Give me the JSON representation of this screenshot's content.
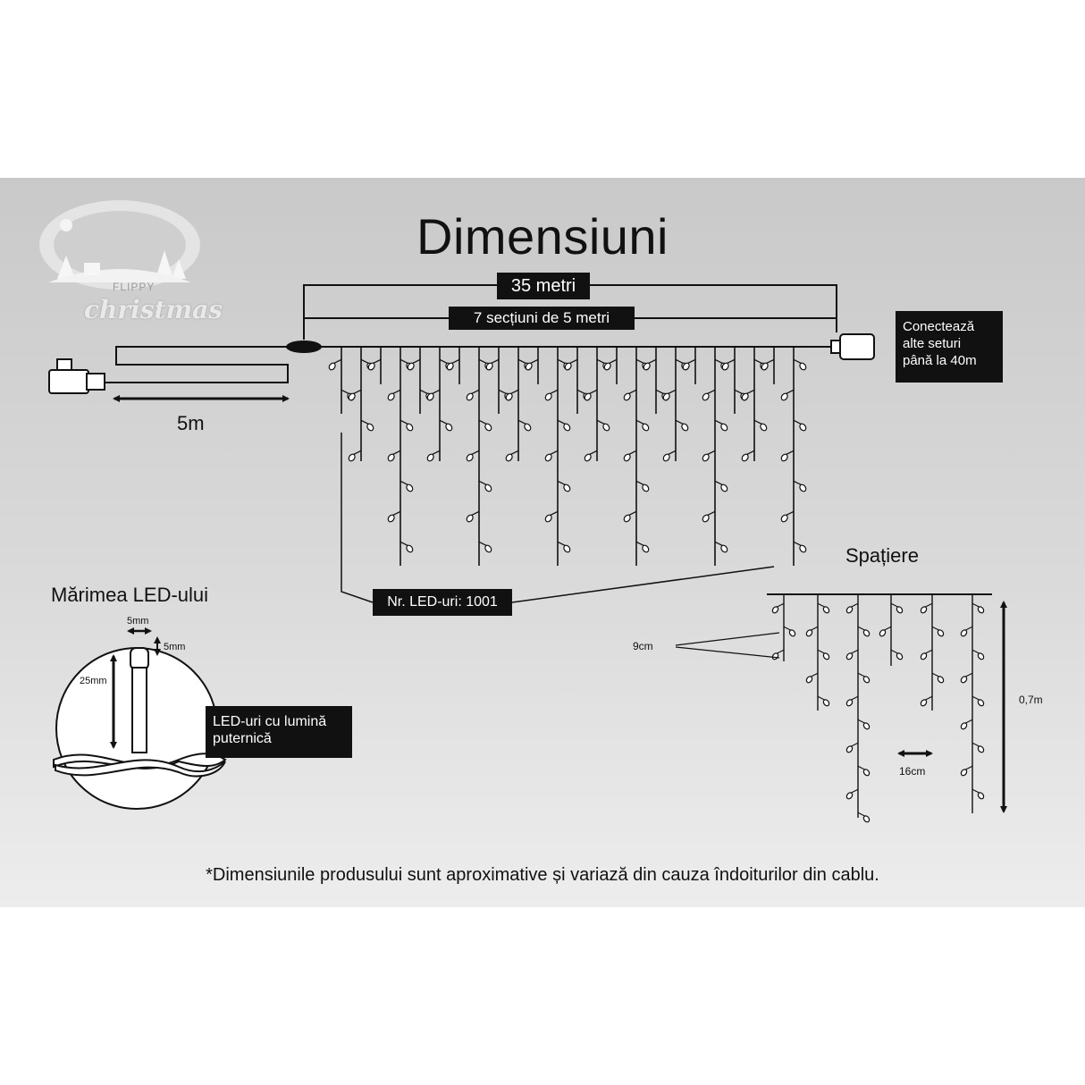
{
  "title": "Dimensiuni",
  "labels": {
    "total_length": "35 metri",
    "sections": "7 secțiuni de 5 metri",
    "connect": [
      "Conectează",
      "alte seturi",
      "până la 40m"
    ],
    "lead_cable": "5m",
    "led_count": "Nr. LED-uri: 1001",
    "spacing_title": "Spațiere",
    "drop_spacing": "9cm",
    "strand_spacing": "16cm",
    "drop_height": "0,7m",
    "led_size_title": "Mărimea LED-ului",
    "led_width": "5mm",
    "led_depth": "5mm",
    "led_height": "25mm",
    "bright_led": [
      "LED-uri cu lumină",
      "puternică"
    ]
  },
  "logo": {
    "brand_top": "FLIPPY",
    "brand_bottom": "christmas"
  },
  "footnote": "*Dimensiunile produsului sunt aproximative și variază din cauza îndoiturilor din cablu.",
  "colors": {
    "ink": "#111111",
    "panel": "#d4d4d4",
    "led_fill": "#ffffff"
  }
}
